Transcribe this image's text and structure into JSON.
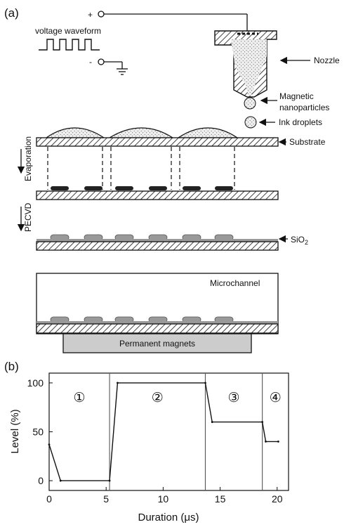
{
  "panel_a": {
    "panel_label": "(a)",
    "plus_sign": "+",
    "minus_sign": "-",
    "voltage_label": "voltage waveform",
    "nozzle_label": "Nozzle",
    "magnetic_label_line1": "Magnetic",
    "magnetic_label_line2": "nanoparticles",
    "ink_label": "Ink droplets",
    "substrate_label": "Substrate",
    "evaporation_label": "Evaporation",
    "pecvd_label": "PECVD",
    "sio2_label": "SiO",
    "sio2_subscript": "2",
    "microchannel_label": "Microchannel",
    "magnets_label": "Permanent magnets"
  },
  "panel_b": {
    "panel_label": "(b)",
    "region_labels": [
      "①",
      "②",
      "③",
      "④"
    ],
    "colors": {
      "line": "#111111",
      "separator": "#555555"
    }
  },
  "chart_data": {
    "type": "line",
    "xlabel": "Duration (μs)",
    "ylabel": "Level (%)",
    "xlim": [
      0,
      21
    ],
    "ylim": [
      -10,
      110
    ],
    "x_ticks": [
      0,
      5,
      10,
      15,
      20
    ],
    "y_ticks": [
      0,
      50,
      100
    ],
    "separators": [
      5.3,
      13.7,
      18.7
    ],
    "series": [
      {
        "x": [
          0,
          1,
          5.3,
          6,
          13.7,
          14.3,
          18.7,
          19,
          20.1
        ],
        "y": [
          37,
          0,
          0,
          100,
          100,
          60,
          60,
          40,
          40
        ]
      }
    ],
    "grid": false,
    "legend": "none"
  }
}
